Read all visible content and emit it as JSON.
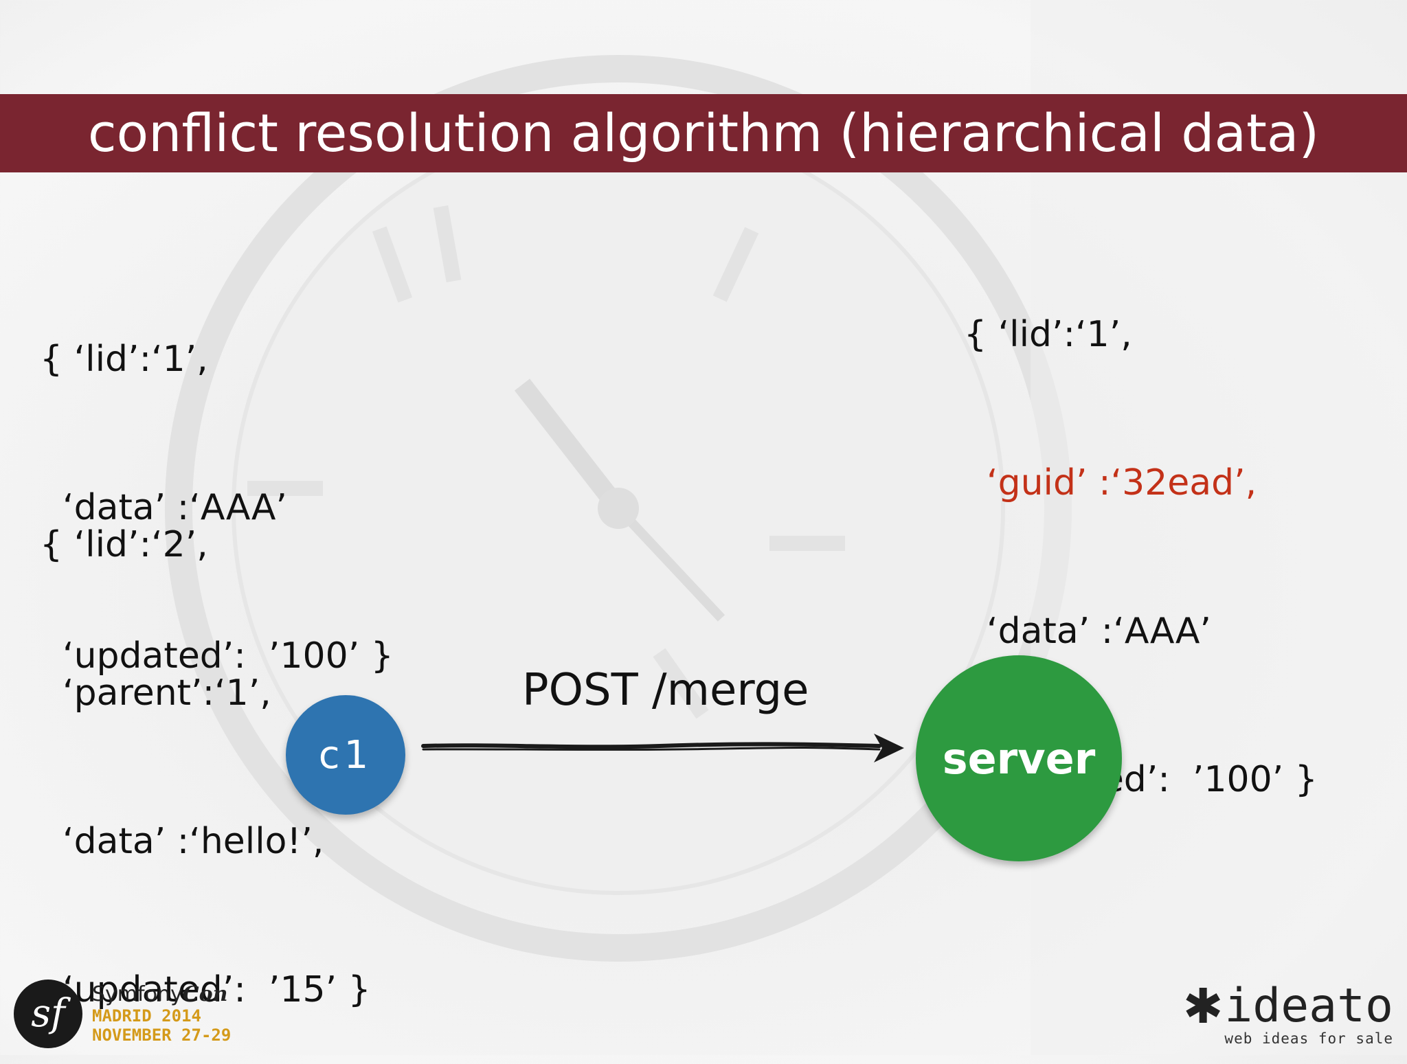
{
  "title": "conflict resolution algorithm (hierarchical data)",
  "client_records": [
    {
      "lines": [
        "{ ‘lid’:‘1’,",
        "  ‘data’ :‘AAA’",
        "  ‘updated’:  ’100’ }"
      ]
    },
    {
      "lines": [
        "{ ‘lid’:‘2’,",
        "  ‘parent’:‘1’,",
        "  ‘data’ :‘hello!’,",
        "  ‘updated’:  ’15’ }"
      ]
    }
  ],
  "server_record": {
    "line1": "{ ‘lid’:‘1’,",
    "guid_line": "  ‘guid’ :‘32ead’,",
    "line3": "  ‘data’ :‘AAA’",
    "line4": "  ‘updated’:  ’100’ }"
  },
  "request_label": "POST /merge",
  "nodes": {
    "client": "c1",
    "server": "server"
  },
  "colors": {
    "title_bar": "#7a2530",
    "client_node": "#2e74b0",
    "server_node": "#2d9a40",
    "highlight": "#c33118"
  },
  "footer": {
    "symfony_name": "Symfony",
    "symfony_con": "Con",
    "symfony_city": "MADRID 2014",
    "symfony_dates": "NOVEMBER 27-29",
    "ideato_name": "ideato",
    "ideato_tagline": "web ideas for sale"
  }
}
